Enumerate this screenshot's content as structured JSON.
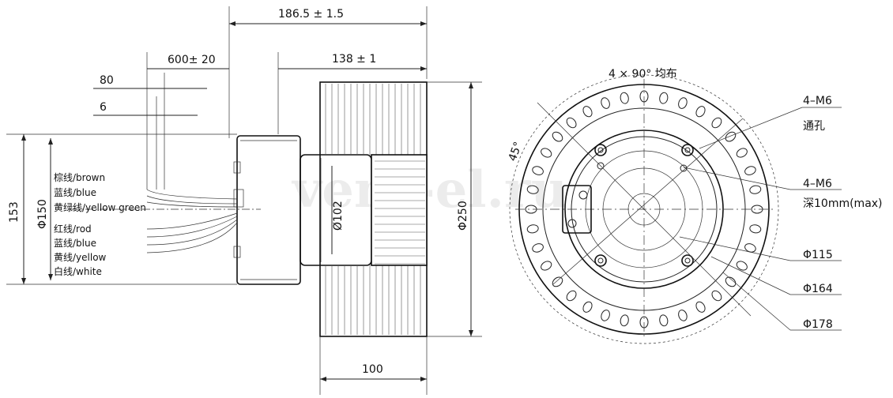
{
  "watermark": "vent-el.ru",
  "side_view": {
    "dims": {
      "overall": "186.5 ± 1.5",
      "cable": "600± 20",
      "blade": "138 ± 1",
      "d80": "80",
      "d6": "6",
      "h153": "153",
      "phi150": "Φ150",
      "phi102": "Ø102",
      "phi250": "Φ250",
      "w100": "100"
    },
    "wires_top": [
      "棕线/brown",
      "蓝线/blue",
      "黄绿线/yellow green"
    ],
    "wires_bottom": [
      "红线/rod",
      "蓝线/blue",
      "黄线/yellow",
      "白线/white"
    ]
  },
  "front_view": {
    "top_note": "4 × 90°  均布",
    "angle": "45°",
    "callouts": [
      {
        "text": "4–M6"
      },
      {
        "text": "通孔"
      },
      {
        "text": "4–M6"
      },
      {
        "text": "深10mm(max)"
      },
      {
        "text": "Φ115"
      },
      {
        "text": "Φ164"
      },
      {
        "text": "Φ178"
      }
    ]
  }
}
